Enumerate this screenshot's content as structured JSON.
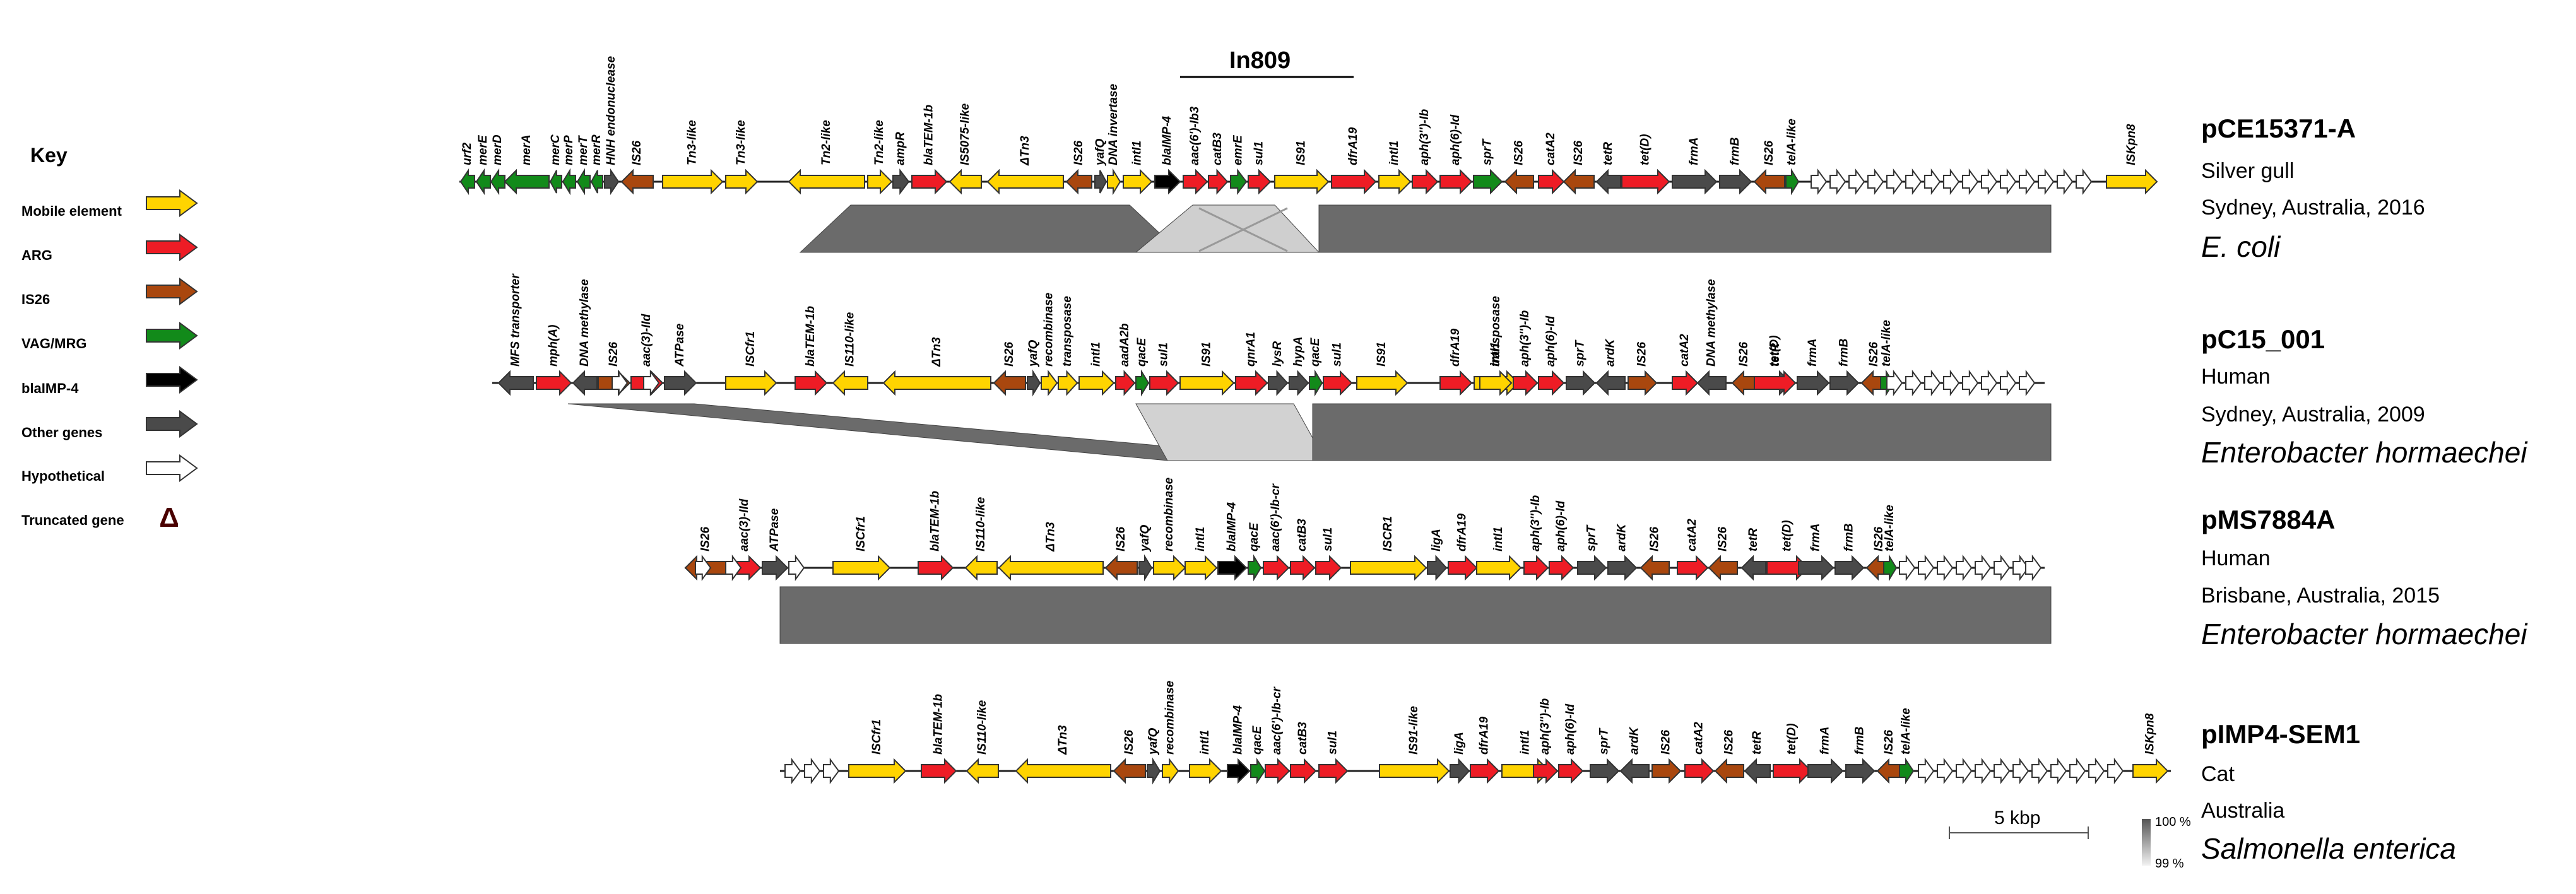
{
  "key": {
    "title": "Key",
    "items": [
      {
        "label": "Mobile element",
        "color": "#FFD400"
      },
      {
        "label": "ARG",
        "color": "#EE1C25"
      },
      {
        "label": "IS26",
        "color": "#A9470E"
      },
      {
        "label": "VAG/MRG",
        "color": "#128A1A"
      },
      {
        "label": "blaIMP-4",
        "color": "#000000"
      },
      {
        "label": "Other genes",
        "color": "#4A4A4A"
      },
      {
        "label": "Hypothetical",
        "color": "#FFFFFF"
      },
      {
        "label": "Truncated gene",
        "symbol": "Δ"
      }
    ]
  },
  "in809_label": "In809",
  "plasmids": [
    {
      "name": "pCE15371-A",
      "host": "Silver gull",
      "location": "Sydney, Australia, 2016",
      "species": "E. coli"
    },
    {
      "name": "pC15_001",
      "host": "Human",
      "location": "Sydney, Australia, 2009",
      "species": "Enterobacter hormaechei"
    },
    {
      "name": "pMS7884A",
      "host": "Human",
      "location": "Brisbane, Australia, 2015",
      "species": "Enterobacter hormaechei"
    },
    {
      "name": "pIMP4-SEM1",
      "host": "Cat",
      "location": "Australia",
      "species": "Salmonella enterica"
    }
  ],
  "scale_bar": "5 kbp",
  "identity_gradient": {
    "high": "100 %",
    "low": "99 %"
  },
  "tracks": [
    {
      "genes": [
        {
          "label": "urf2",
          "type": "mrg"
        },
        {
          "label": "merE",
          "type": "mrg"
        },
        {
          "label": "merD",
          "type": "mrg"
        },
        {
          "label": "merA",
          "type": "mrg"
        },
        {
          "label": "merC",
          "type": "mrg"
        },
        {
          "label": "merP",
          "type": "mrg"
        },
        {
          "label": "merT",
          "type": "mrg"
        },
        {
          "label": "merR",
          "type": "mrg"
        },
        {
          "label": "HNH endonuclease",
          "type": "other"
        },
        {
          "label": "IS26",
          "type": "is26"
        },
        {
          "label": "Tn3-like",
          "type": "mobile"
        },
        {
          "label": "Tn3-like",
          "type": "mobile"
        },
        {
          "label": "Tn2-like",
          "type": "mobile"
        },
        {
          "label": "Tn2-like",
          "type": "mobile"
        },
        {
          "label": "ampR",
          "type": "other"
        },
        {
          "label": "blaTEM-1b",
          "type": "arg"
        },
        {
          "label": "IS5075-like",
          "type": "mobile"
        },
        {
          "label": "ΔTn3",
          "type": "mobile"
        },
        {
          "label": "IS26",
          "type": "is26"
        },
        {
          "label": "yafQ",
          "type": "other"
        },
        {
          "label": "DNA invertase",
          "type": "mobile"
        },
        {
          "label": "intI1",
          "type": "mobile"
        },
        {
          "label": "blaIMP-4",
          "type": "imp"
        },
        {
          "label": "aac(6')-Ib3",
          "type": "arg"
        },
        {
          "label": "catB3",
          "type": "arg"
        },
        {
          "label": "emrE",
          "type": "mrg"
        },
        {
          "label": "sul1",
          "type": "arg"
        },
        {
          "label": "IS91",
          "type": "mobile"
        },
        {
          "label": "dfrA19",
          "type": "arg"
        },
        {
          "label": "intI1",
          "type": "mobile"
        },
        {
          "label": "aph(3'')-Ib",
          "type": "arg"
        },
        {
          "label": "aph(6)-Id",
          "type": "arg"
        },
        {
          "label": "sprT",
          "type": "mrg"
        },
        {
          "label": "IS26",
          "type": "is26"
        },
        {
          "label": "catA2",
          "type": "arg"
        },
        {
          "label": "IS26",
          "type": "is26"
        },
        {
          "label": "tetR",
          "type": "other"
        },
        {
          "label": "tet(D)",
          "type": "arg"
        },
        {
          "label": "frmA",
          "type": "other"
        },
        {
          "label": "frmB",
          "type": "other"
        },
        {
          "label": "IS26",
          "type": "is26"
        },
        {
          "label": "telA-like",
          "type": "mrg"
        },
        {
          "label": "ISKpn8",
          "type": "mobile"
        }
      ]
    },
    {
      "genes": [
        {
          "label": "MFS transporter",
          "type": "other"
        },
        {
          "label": "mph(A)",
          "type": "arg"
        },
        {
          "label": "DNA methylase",
          "type": "other"
        },
        {
          "label": "IS26",
          "type": "is26"
        },
        {
          "label": "aac(3)-IId",
          "type": "arg"
        },
        {
          "label": "ATPase",
          "type": "other"
        },
        {
          "label": "ISCfr1",
          "type": "mobile"
        },
        {
          "label": "blaTEM-1b",
          "type": "arg"
        },
        {
          "label": "IS110-like",
          "type": "mobile"
        },
        {
          "label": "ΔTn3",
          "type": "mobile"
        },
        {
          "label": "IS26",
          "type": "is26"
        },
        {
          "label": "yafQ",
          "type": "other"
        },
        {
          "label": "recombinase",
          "type": "mobile"
        },
        {
          "label": "transposase",
          "type": "mobile"
        },
        {
          "label": "intI1",
          "type": "mobile"
        },
        {
          "label": "aadA2b",
          "type": "arg"
        },
        {
          "label": "qacE",
          "type": "mrg"
        },
        {
          "label": "sul1",
          "type": "arg"
        },
        {
          "label": "IS91",
          "type": "mobile"
        },
        {
          "label": "qnrA1",
          "type": "arg"
        },
        {
          "label": "lysR",
          "type": "other"
        },
        {
          "label": "hypA",
          "type": "other"
        },
        {
          "label": "qacE",
          "type": "mrg"
        },
        {
          "label": "sul1",
          "type": "arg"
        },
        {
          "label": "IS91",
          "type": "mobile"
        },
        {
          "label": "dfrA19",
          "type": "arg"
        },
        {
          "label": "transposase",
          "type": "mobile"
        },
        {
          "label": "intI1",
          "type": "mobile"
        },
        {
          "label": "aph(3'')-Ib",
          "type": "arg"
        },
        {
          "label": "aph(6)-Id",
          "type": "arg"
        },
        {
          "label": "sprT",
          "type": "other"
        },
        {
          "label": "ardK",
          "type": "other"
        },
        {
          "label": "IS26",
          "type": "is26"
        },
        {
          "label": "catA2",
          "type": "arg"
        },
        {
          "label": "DNA methylase",
          "type": "other"
        },
        {
          "label": "IS26",
          "type": "is26"
        },
        {
          "label": "tetR",
          "type": "other"
        },
        {
          "label": "tet(D)",
          "type": "arg"
        },
        {
          "label": "frmA",
          "type": "other"
        },
        {
          "label": "frmB",
          "type": "other"
        },
        {
          "label": "IS26",
          "type": "is26"
        },
        {
          "label": "telA-like",
          "type": "mrg"
        }
      ]
    },
    {
      "genes": [
        {
          "label": "IS26",
          "type": "is26"
        },
        {
          "label": "aac(3)-IId",
          "type": "arg"
        },
        {
          "label": "ATPase",
          "type": "other"
        },
        {
          "label": "ISCfr1",
          "type": "mobile"
        },
        {
          "label": "blaTEM-1b",
          "type": "arg"
        },
        {
          "label": "IS110-like",
          "type": "mobile"
        },
        {
          "label": "ΔTn3",
          "type": "mobile"
        },
        {
          "label": "IS26",
          "type": "is26"
        },
        {
          "label": "yafQ",
          "type": "other"
        },
        {
          "label": "recombinase",
          "type": "mobile"
        },
        {
          "label": "intI1",
          "type": "mobile"
        },
        {
          "label": "blaIMP-4",
          "type": "imp"
        },
        {
          "label": "qacE",
          "type": "mrg"
        },
        {
          "label": "aac(6')-Ib-cr",
          "type": "arg"
        },
        {
          "label": "catB3",
          "type": "arg"
        },
        {
          "label": "sul1",
          "type": "arg"
        },
        {
          "label": "ISCR1",
          "type": "mobile"
        },
        {
          "label": "ligA",
          "type": "other"
        },
        {
          "label": "dfrA19",
          "type": "arg"
        },
        {
          "label": "intI1",
          "type": "mobile"
        },
        {
          "label": "aph(3'')-Ib",
          "type": "arg"
        },
        {
          "label": "aph(6)-Id",
          "type": "arg"
        },
        {
          "label": "sprT",
          "type": "other"
        },
        {
          "label": "ardK",
          "type": "other"
        },
        {
          "label": "IS26",
          "type": "is26"
        },
        {
          "label": "catA2",
          "type": "arg"
        },
        {
          "label": "IS26",
          "type": "is26"
        },
        {
          "label": "tetR",
          "type": "other"
        },
        {
          "label": "tet(D)",
          "type": "arg"
        },
        {
          "label": "frmA",
          "type": "other"
        },
        {
          "label": "frmB",
          "type": "other"
        },
        {
          "label": "IS26",
          "type": "is26"
        },
        {
          "label": "telA-like",
          "type": "mrg"
        }
      ]
    },
    {
      "genes": [
        {
          "label": "ISCfr1",
          "type": "mobile"
        },
        {
          "label": "blaTEM-1b",
          "type": "arg"
        },
        {
          "label": "IS110-like",
          "type": "mobile"
        },
        {
          "label": "ΔTn3",
          "type": "mobile"
        },
        {
          "label": "IS26",
          "type": "is26"
        },
        {
          "label": "yafQ",
          "type": "other"
        },
        {
          "label": "recombinase",
          "type": "mobile"
        },
        {
          "label": "intI1",
          "type": "mobile"
        },
        {
          "label": "blaIMP-4",
          "type": "imp"
        },
        {
          "label": "qacE",
          "type": "mrg"
        },
        {
          "label": "aac(6')-Ib-cr",
          "type": "arg"
        },
        {
          "label": "catB3",
          "type": "arg"
        },
        {
          "label": "sul1",
          "type": "arg"
        },
        {
          "label": "IS91-like",
          "type": "mobile"
        },
        {
          "label": "ligA",
          "type": "other"
        },
        {
          "label": "dfrA19",
          "type": "arg"
        },
        {
          "label": "intI1",
          "type": "mobile"
        },
        {
          "label": "aph(3'')-Ib",
          "type": "arg"
        },
        {
          "label": "aph(6)-Id",
          "type": "arg"
        },
        {
          "label": "sprT",
          "type": "other"
        },
        {
          "label": "ardK",
          "type": "other"
        },
        {
          "label": "IS26",
          "type": "is26"
        },
        {
          "label": "catA2",
          "type": "arg"
        },
        {
          "label": "IS26",
          "type": "is26"
        },
        {
          "label": "tetR",
          "type": "other"
        },
        {
          "label": "tet(D)",
          "type": "arg"
        },
        {
          "label": "frmA",
          "type": "other"
        },
        {
          "label": "frmB",
          "type": "other"
        },
        {
          "label": "IS26",
          "type": "is26"
        },
        {
          "label": "telA-like",
          "type": "mrg"
        },
        {
          "label": "ISKpn8",
          "type": "mobile"
        }
      ]
    }
  ]
}
